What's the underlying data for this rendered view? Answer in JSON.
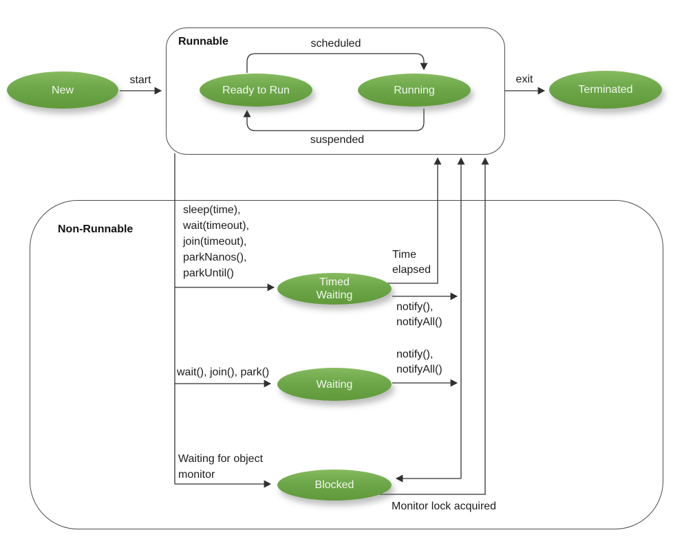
{
  "groups": {
    "runnable": "Runnable",
    "non_runnable": "Non-Runnable"
  },
  "states": {
    "new": "New",
    "ready_to_run": "Ready to Run",
    "running": "Running",
    "terminated": "Terminated",
    "timed_waiting": "Timed\nWaiting",
    "waiting": "Waiting",
    "blocked": "Blocked"
  },
  "labels": {
    "start": "start",
    "scheduled": "scheduled",
    "suspended": "suspended",
    "exit": "exit",
    "to_timed_waiting": "sleep(time),\nwait(timeout),\njoin(timeout),\nparkNanos(),\nparkUntil()",
    "time_elapsed": "Time\nelapsed",
    "timed_waiting_notify": "notify(),\nnotifyAll()",
    "to_waiting": "wait(), join(), park()",
    "waiting_notify": "notify(),\nnotifyAll()",
    "to_blocked": "Waiting for object\nmonitor",
    "monitor_lock_acquired": "Monitor lock acquired"
  },
  "colors": {
    "state_fill_light": "#86ba5f",
    "state_fill": "#6da74a",
    "state_fill_dark": "#60993a",
    "state_text": "#f3f8ee",
    "line": "#2f2f2f",
    "text": "#1b1b1b"
  }
}
